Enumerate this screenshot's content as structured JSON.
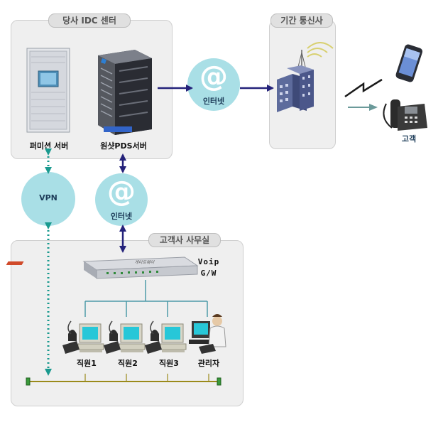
{
  "panels": {
    "idc": "당사 IDC 센터",
    "telecom": "기간 통신사",
    "office": "고객사 사무실"
  },
  "servers": {
    "permission": "퍼미션 서버",
    "pds": "원샷PDS서버"
  },
  "network": {
    "internet_top": "인터넷",
    "internet_mid": "인터넷",
    "vpn": "VPN",
    "at_symbol": "@"
  },
  "gateway": {
    "device_text": "게이트웨이",
    "label_line1": "Voip",
    "label_line2": "G/W"
  },
  "customer": "고객",
  "staff": [
    "직원1",
    "직원2",
    "직원3",
    "관리자"
  ]
}
